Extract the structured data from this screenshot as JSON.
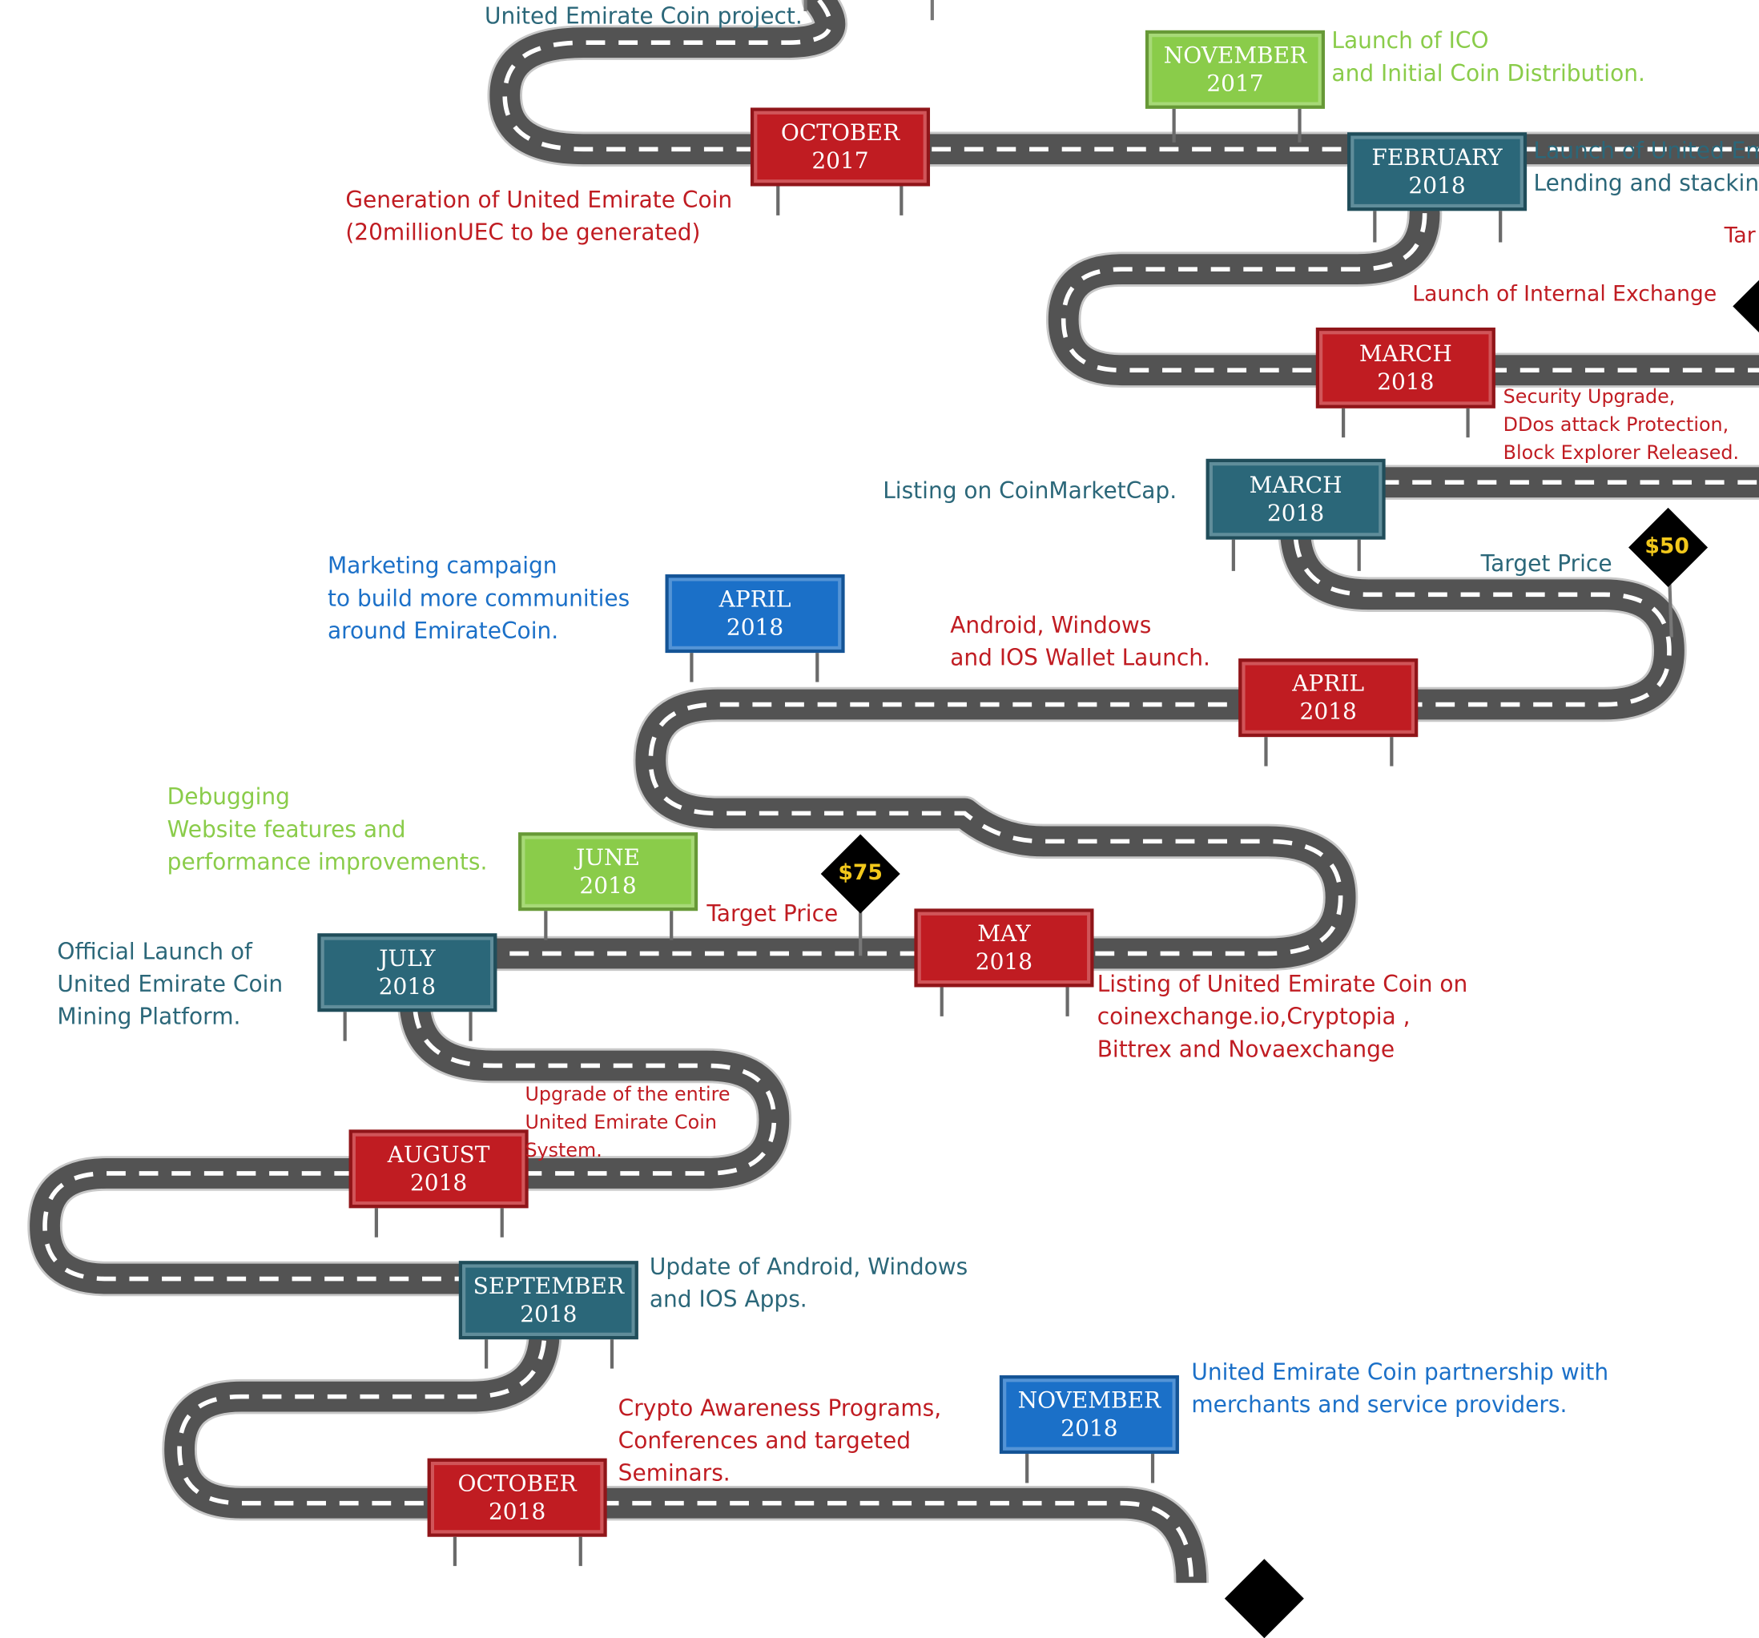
{
  "colors": {
    "red": "#c01c22",
    "teal": "#2b6779",
    "green": "#8acc4a",
    "blue": "#1b70c8",
    "road": "#535353"
  },
  "signs": [
    {
      "month": "OCTOBER",
      "year": "2017",
      "color": "red"
    },
    {
      "month": "NOVEMBER",
      "year": "2017",
      "color": "green"
    },
    {
      "month": "FEBRUARY",
      "year": "2018",
      "color": "teal"
    },
    {
      "month": "MARCH",
      "year": "2018",
      "color": "red"
    },
    {
      "month": "MARCH",
      "year": "2018",
      "color": "teal"
    },
    {
      "month": "APRIL",
      "year": "2018",
      "color": "blue"
    },
    {
      "month": "APRIL",
      "year": "2018",
      "color": "red"
    },
    {
      "month": "JUNE",
      "year": "2018",
      "color": "green"
    },
    {
      "month": "MAY",
      "year": "2018",
      "color": "red"
    },
    {
      "month": "JULY",
      "year": "2018",
      "color": "teal"
    },
    {
      "month": "AUGUST",
      "year": "2018",
      "color": "red"
    },
    {
      "month": "SEPTEMBER",
      "year": "2018",
      "color": "teal"
    },
    {
      "month": "NOVEMBER",
      "year": "2018",
      "color": "blue"
    },
    {
      "month": "OCTOBER",
      "year": "2018",
      "color": "red"
    }
  ],
  "notes": {
    "n0": [
      "United Emirate Coin project."
    ],
    "n1": [
      "Launch of ICO",
      "and Initial Coin Distribution."
    ],
    "n2": [
      "Generation of United Emirate Coin",
      "(20millionUEC to be generated)"
    ],
    "n3": [
      "Launch of United Em",
      "Lending and stackin"
    ],
    "n4": [
      "Tar"
    ],
    "n5": [
      "Launch of Internal Exchange"
    ],
    "n6": [
      "Security Upgrade,",
      "DDos attack Protection,",
      "Block Explorer Released."
    ],
    "n7": [
      "Listing on CoinMarketCap."
    ],
    "n8": [
      "Target Price"
    ],
    "n9": [
      "Marketing campaign",
      "to build more communities",
      "around EmirateCoin."
    ],
    "n10": [
      "Android, Windows",
      "and IOS Wallet Launch."
    ],
    "n11": [
      "Debugging",
      "Website features and",
      "performance improvements."
    ],
    "n12": [
      "Target Price"
    ],
    "n13": [
      "Official Launch of",
      "United Emirate Coin",
      "Mining Platform."
    ],
    "n14": [
      "Listing of United Emirate Coin on",
      "coinexchange.io,Cryptopia ,",
      "Bittrex and Novaexchange"
    ],
    "n15": [
      "Upgrade of the entire",
      "United Emirate Coin",
      "System."
    ],
    "n16": [
      "Update of Android, Windows",
      "and IOS Apps."
    ],
    "n17": [
      "United Emirate Coin partnership with",
      "merchants and service providers."
    ],
    "n18": [
      "Crypto Awareness Programs,",
      "Conferences and targeted",
      "Seminars."
    ]
  },
  "prices": [
    "$50",
    "$75"
  ]
}
